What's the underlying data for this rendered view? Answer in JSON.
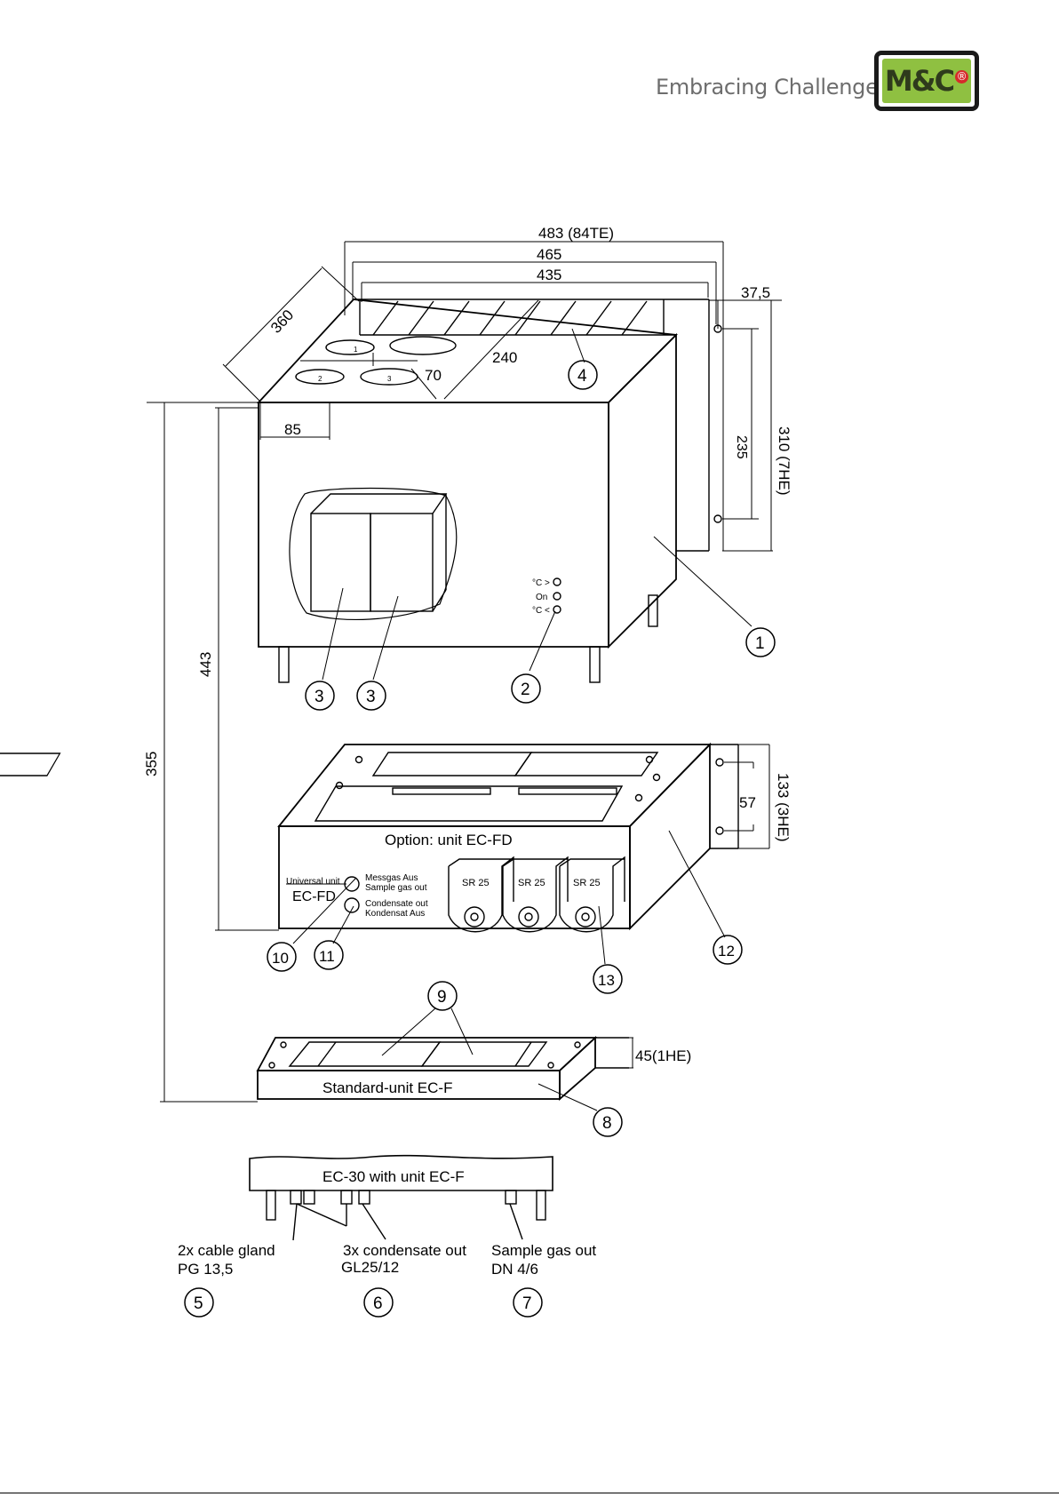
{
  "header": {
    "tagline": "Embracing Challenge",
    "logo_text": "M&C",
    "logo_reg": "®",
    "colors": {
      "logo_green": "#8fc041",
      "logo_border": "#1a1a1a",
      "reg_red": "#d62b2b"
    }
  },
  "drawing": {
    "dimensions": {
      "w483": "483 (84TE)",
      "w465": "465",
      "w435": "435",
      "d37": "37,5",
      "d360": "360",
      "d240": "240",
      "d70": "70",
      "d85": "85",
      "h235": "235",
      "h310": "310 (7HE)",
      "h443": "443",
      "h355": "355",
      "h57": "57",
      "h133": "133 (3HE)",
      "h45": "45(1HE)"
    },
    "indicators": {
      "over_temp": "°C >",
      "on": "On",
      "under_temp": "°C <"
    },
    "hole_numbers": [
      "1",
      "2",
      "3"
    ],
    "ec_fd": {
      "title": "Option: unit EC-FD",
      "universal": "Universal unit",
      "model": "EC-FD",
      "gas_out_de": "Messgas Aus",
      "gas_out_en": "Sample gas out",
      "cond_out_en": "Condensate out",
      "cond_out_de": "Kondensat Aus",
      "pumps": [
        "SR 25",
        "SR 25",
        "SR 25"
      ]
    },
    "ec_f": {
      "title": "Standard-unit EC-F"
    },
    "ec30": {
      "title": "EC-30 with unit EC-F"
    },
    "outputs": {
      "cable_gland_1": "2x cable gland",
      "cable_gland_2": "PG 13,5",
      "condensate_1": "3x condensate out",
      "condensate_2": "GL25/12",
      "sample_1": "Sample gas out",
      "sample_2": "DN 4/6"
    },
    "callouts": [
      "1",
      "2",
      "3",
      "3",
      "4",
      "5",
      "6",
      "7",
      "8",
      "9",
      "10",
      "11",
      "12",
      "13"
    ]
  }
}
